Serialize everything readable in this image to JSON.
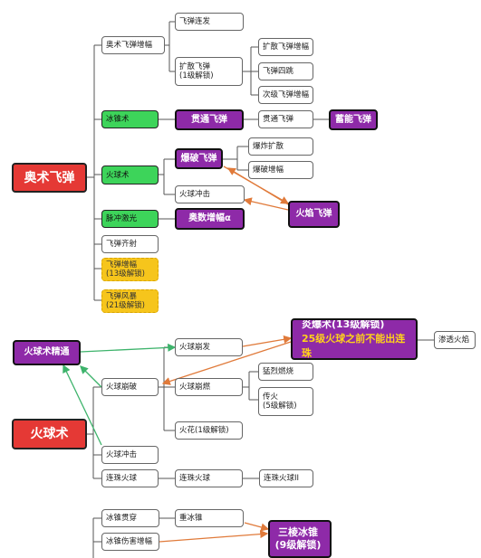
{
  "colors": {
    "red": "#e53935",
    "green": "#3dd45a",
    "purple": "#8e2aa8",
    "yellow": "#f6c51c",
    "green_arrow": "#3db36b",
    "orange_arrow": "#e07a3a"
  },
  "section1": {
    "root": "奥术飞弹",
    "b1": "奥术飞弹增幅",
    "b1_1": "飞弹连发",
    "b1_2": "扩散飞弹\n(1级解锁)",
    "b1_2_1": "扩散飞弹增幅",
    "b1_2_2": "飞弹四跳",
    "b1_2_3": "次级飞弹增幅",
    "b2": "冰锥术",
    "b2_1": "贯通飞弹",
    "b2_1_1": "贯通飞弹",
    "b2_1_1_1": "蓄能飞弹",
    "b3": "火球术",
    "b3_1": "爆破飞弹",
    "b3_1_1": "爆炸扩散",
    "b3_1_2": "爆破增幅",
    "b3_2": "火球冲击",
    "fire_missile": "火焰飞弹",
    "b4": "脉冲激光",
    "b4_1": "奥数增幅α",
    "b5": "飞弹齐射",
    "b6": "飞弹增幅\n(13级解锁)",
    "b7": "飞弹风暴\n(21级解锁)"
  },
  "section2": {
    "root": "火球术",
    "mastery": "火球术精通",
    "b1": "火球崩破",
    "b1_1": "火球崩发",
    "b1_2": "火球崩燃",
    "b1_2_1": "猛烈燃烧",
    "b1_2_2": "传火\n(5级解锁)",
    "b1_3": "火花(1级解锁)",
    "blast_title": "炎爆术(13级解锁)",
    "blast_note": "25级火球之前不能出连珠",
    "pierce": "渗透火焰",
    "b2": "火球冲击",
    "b3": "连珠火球",
    "b3_1": "连珠火球",
    "b3_1_1": "连珠火球II"
  },
  "section3": {
    "b1": "冰锥贯穿",
    "b1_1": "重冰锥",
    "b2": "冰锥伤害增幅",
    "tri_title": "三棱冰锥",
    "tri_sub": "(9级解锁)"
  }
}
